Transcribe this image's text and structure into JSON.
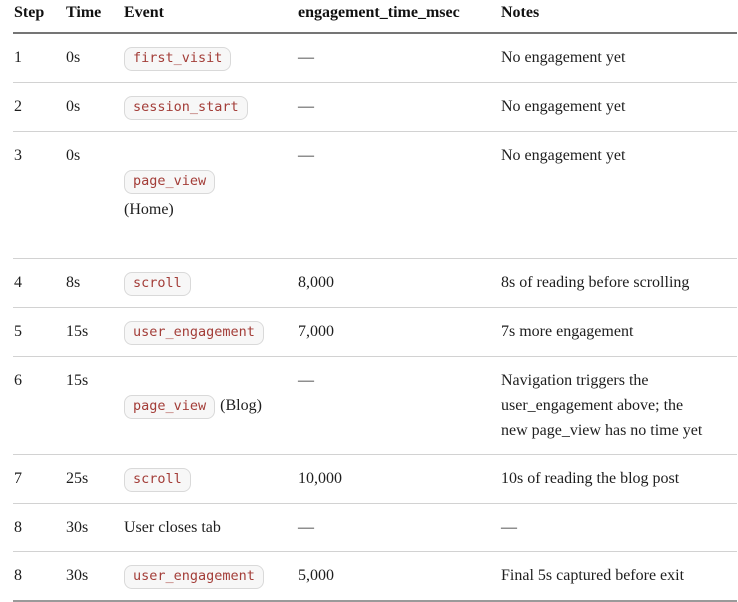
{
  "table": {
    "headers": [
      "Step",
      "Time",
      "Event",
      "engagement_time_msec",
      "Notes"
    ],
    "rows": [
      {
        "step": "1",
        "time": "0s",
        "event": {
          "code": "first_visit"
        },
        "engagement": "—",
        "notes": "No engagement yet"
      },
      {
        "step": "2",
        "time": "0s",
        "event": {
          "code": "session_start"
        },
        "engagement": "—",
        "notes": "No engagement yet"
      },
      {
        "step": "3",
        "time": "0s",
        "event": {
          "code": "page_view",
          "text": "(Home)"
        },
        "engagement": "—",
        "notes": "No engagement yet"
      },
      {
        "step": "4",
        "time": "8s",
        "event": {
          "code": "scroll"
        },
        "engagement": "8,000",
        "notes": "8s of reading before scrolling"
      },
      {
        "step": "5",
        "time": "15s",
        "event": {
          "code": "user_engagement"
        },
        "engagement": "7,000",
        "notes": "7s more engagement"
      },
      {
        "step": "6",
        "time": "15s",
        "event": {
          "code": "page_view",
          "text": "(Blog)"
        },
        "engagement": "—",
        "notes": [
          "Navigation triggers the",
          "user_engagement above; the",
          "new page_view has no time yet"
        ]
      },
      {
        "step": "7",
        "time": "25s",
        "event": {
          "code": "scroll"
        },
        "engagement": "10,000",
        "notes": "10s of reading the blog post"
      },
      {
        "step": "8",
        "time": "30s",
        "event": {
          "text": "User closes tab"
        },
        "engagement": "—",
        "notes": "—"
      },
      {
        "step": "8",
        "time": "30s",
        "event": {
          "code": "user_engagement"
        },
        "engagement": "5,000",
        "notes": "Final 5s captured before exit"
      }
    ]
  },
  "colors": {
    "body_text": "#1e1e1e",
    "chip_text": "#a33d38",
    "chip_background": "#f7f7f7",
    "chip_border": "#d9d9d9",
    "header_rule": "#757575",
    "row_rule": "#d2d2d2",
    "bottom_rule": "#9a9a9a"
  }
}
